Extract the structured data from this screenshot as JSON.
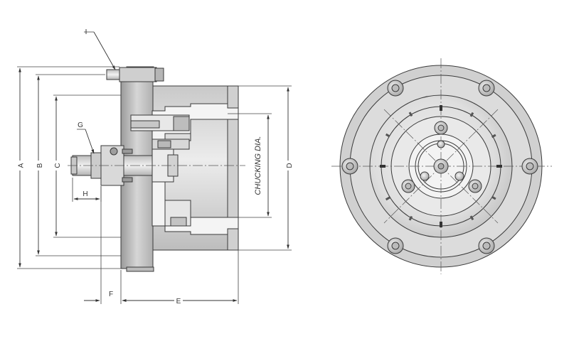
{
  "labels": {
    "a": "A",
    "b": "B",
    "c": "C",
    "d": "D",
    "e": "E",
    "f": "F",
    "g": "G",
    "h": "H",
    "i": "I",
    "chucking_dia": "CHUCKING DIA."
  },
  "colors": {
    "line": "#333333",
    "body_light": "#e2e2e2",
    "body_mid": "#cfcfcf",
    "body_dark": "#a9a9a9",
    "face_outer": "#d2d2d2",
    "face_inner": "#ececec"
  }
}
